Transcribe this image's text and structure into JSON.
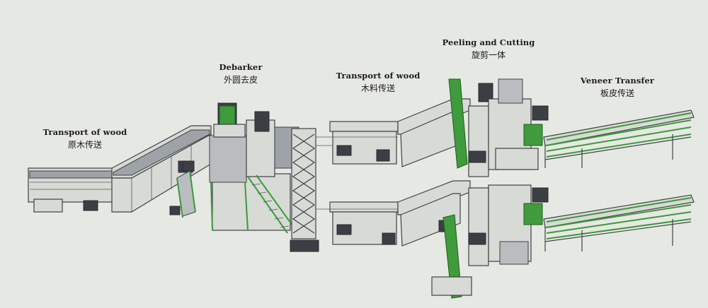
{
  "labels": {
    "transport_left": {
      "en": "Transport of wood",
      "zh": "原木传送"
    },
    "debarker": {
      "en": "Debarker",
      "zh": "外圆去皮"
    },
    "transport_mid": {
      "en": "Transport of wood",
      "zh": "木料传送"
    },
    "peeling": {
      "en": "Peeling and Cutting",
      "zh": "旋剪一体"
    },
    "veneer": {
      "en": "Veneer Transfer",
      "zh": "板皮传送"
    }
  },
  "colors": {
    "background": "#e6e8e3",
    "machine_frame": "#3e4246",
    "machine_green": "#3f9b3c"
  }
}
